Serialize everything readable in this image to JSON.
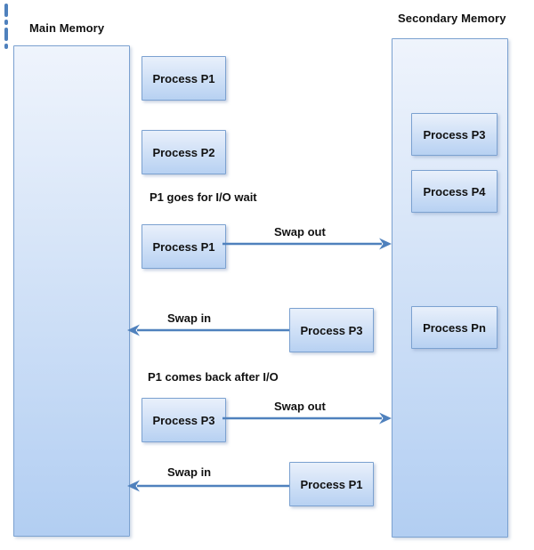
{
  "labels": {
    "main_memory": "Main Memory",
    "secondary_memory": "Secondary Memory"
  },
  "annotations": {
    "io_wait": "P1 goes for I/O wait",
    "io_return": "P1 comes back after I/O"
  },
  "middle_boxes": [
    {
      "label": "Process P1"
    },
    {
      "label": "Process P2"
    },
    {
      "label": "Process P1"
    },
    {
      "label": "Process P3"
    },
    {
      "label": "Process P3"
    },
    {
      "label": "Process P1"
    }
  ],
  "secondary_boxes": [
    {
      "label": "Process P3"
    },
    {
      "label": "Process P4"
    },
    {
      "label": "Process Pn"
    }
  ],
  "arrows": [
    {
      "label": "Swap out",
      "direction": "right"
    },
    {
      "label": "Swap in",
      "direction": "left"
    },
    {
      "label": "Swap out",
      "direction": "right"
    },
    {
      "label": "Swap in",
      "direction": "left"
    }
  ],
  "icons": {
    "ellipsis": "vertical-dashed-ellipsis"
  },
  "colors": {
    "arrow": "#4f81bd",
    "box_border": "#7ba1d0",
    "box_top": "#e9f0fb",
    "box_bottom": "#b7d1f2",
    "memory_top": "#eff4fc",
    "memory_bottom": "#b2cef2",
    "text": "#111111"
  }
}
